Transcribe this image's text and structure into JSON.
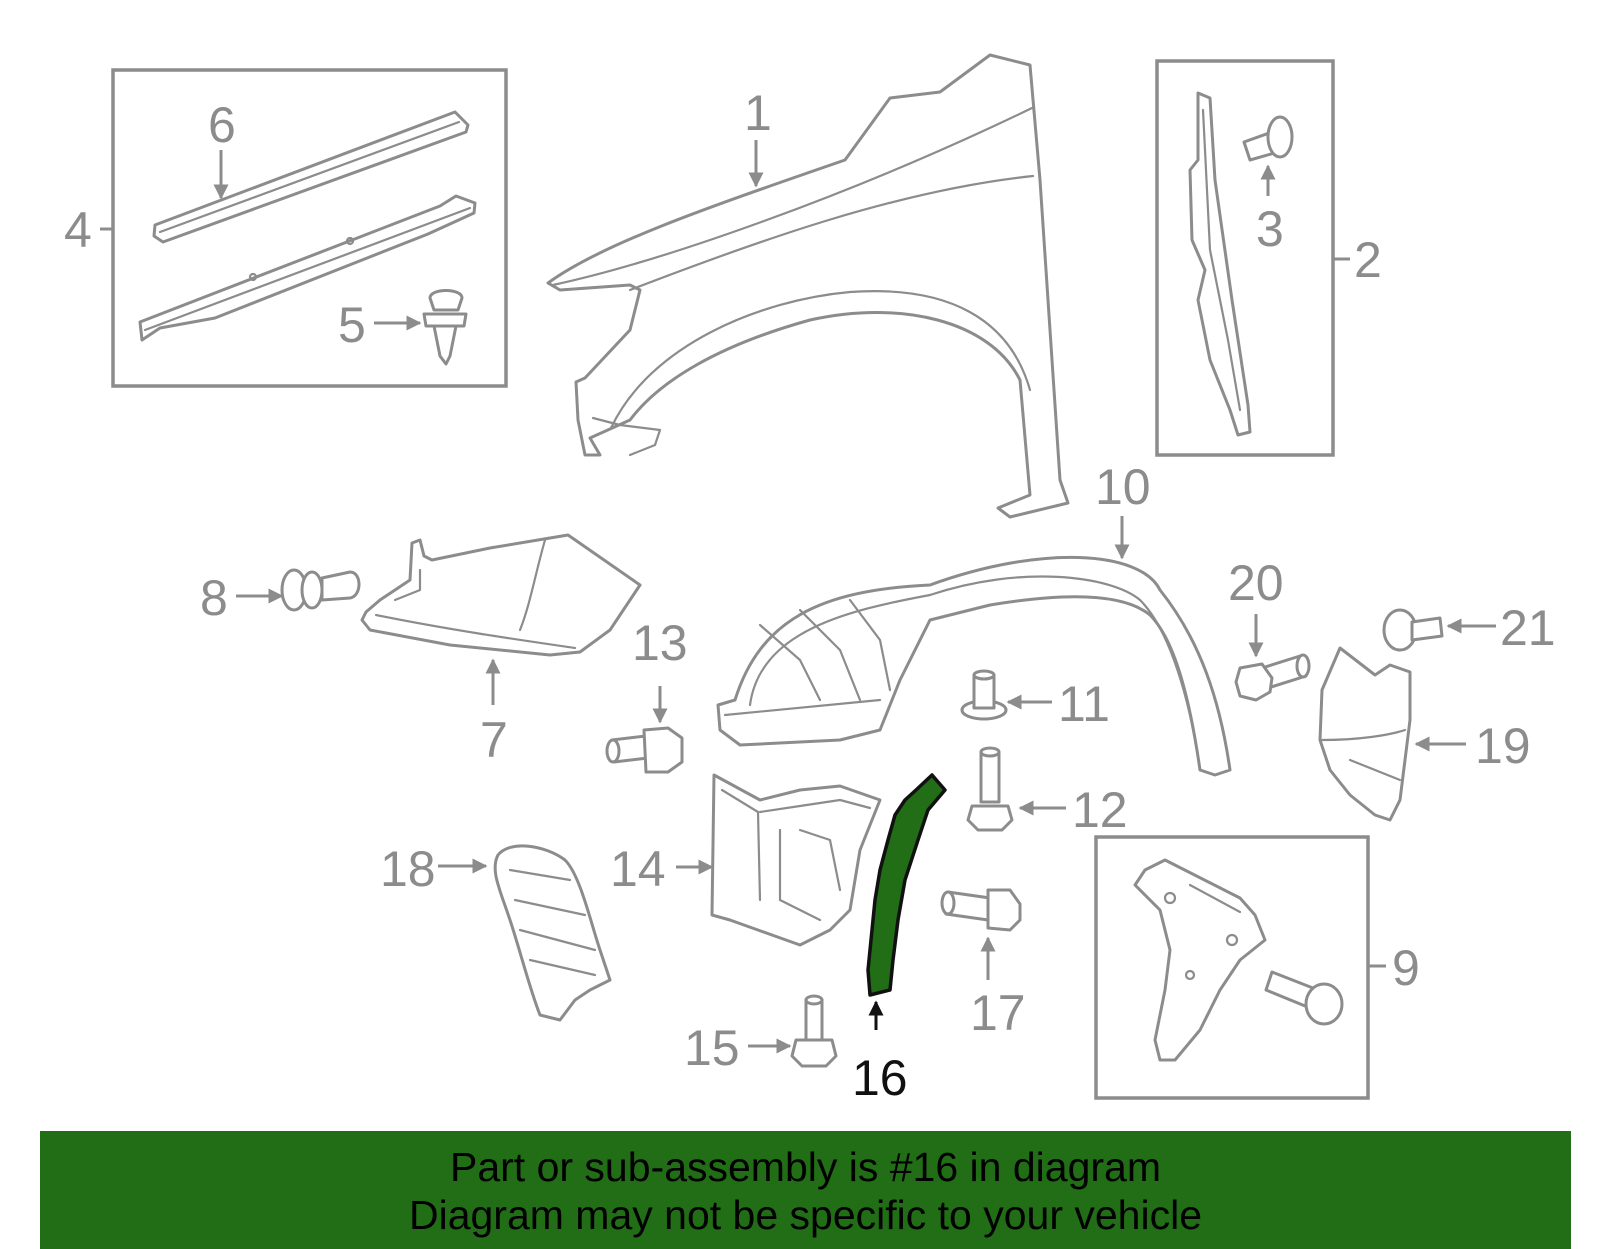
{
  "colors": {
    "highlight": "#216e16",
    "line": "#8c8c8c",
    "highlight_label": "#111111"
  },
  "callouts": {
    "c1": "1",
    "c2": "2",
    "c3": "3",
    "c4": "4",
    "c5": "5",
    "c6": "6",
    "c7": "7",
    "c8": "8",
    "c9": "9",
    "c10": "10",
    "c11": "11",
    "c12": "12",
    "c13": "13",
    "c14": "14",
    "c15": "15",
    "c16": "16",
    "c17": "17",
    "c18": "18",
    "c19": "19",
    "c20": "20",
    "c21": "21"
  },
  "highlighted_part": "16",
  "banner": {
    "line1": "Part or sub-assembly is #16 in diagram",
    "line2": "Diagram may not be specific to your vehicle"
  }
}
